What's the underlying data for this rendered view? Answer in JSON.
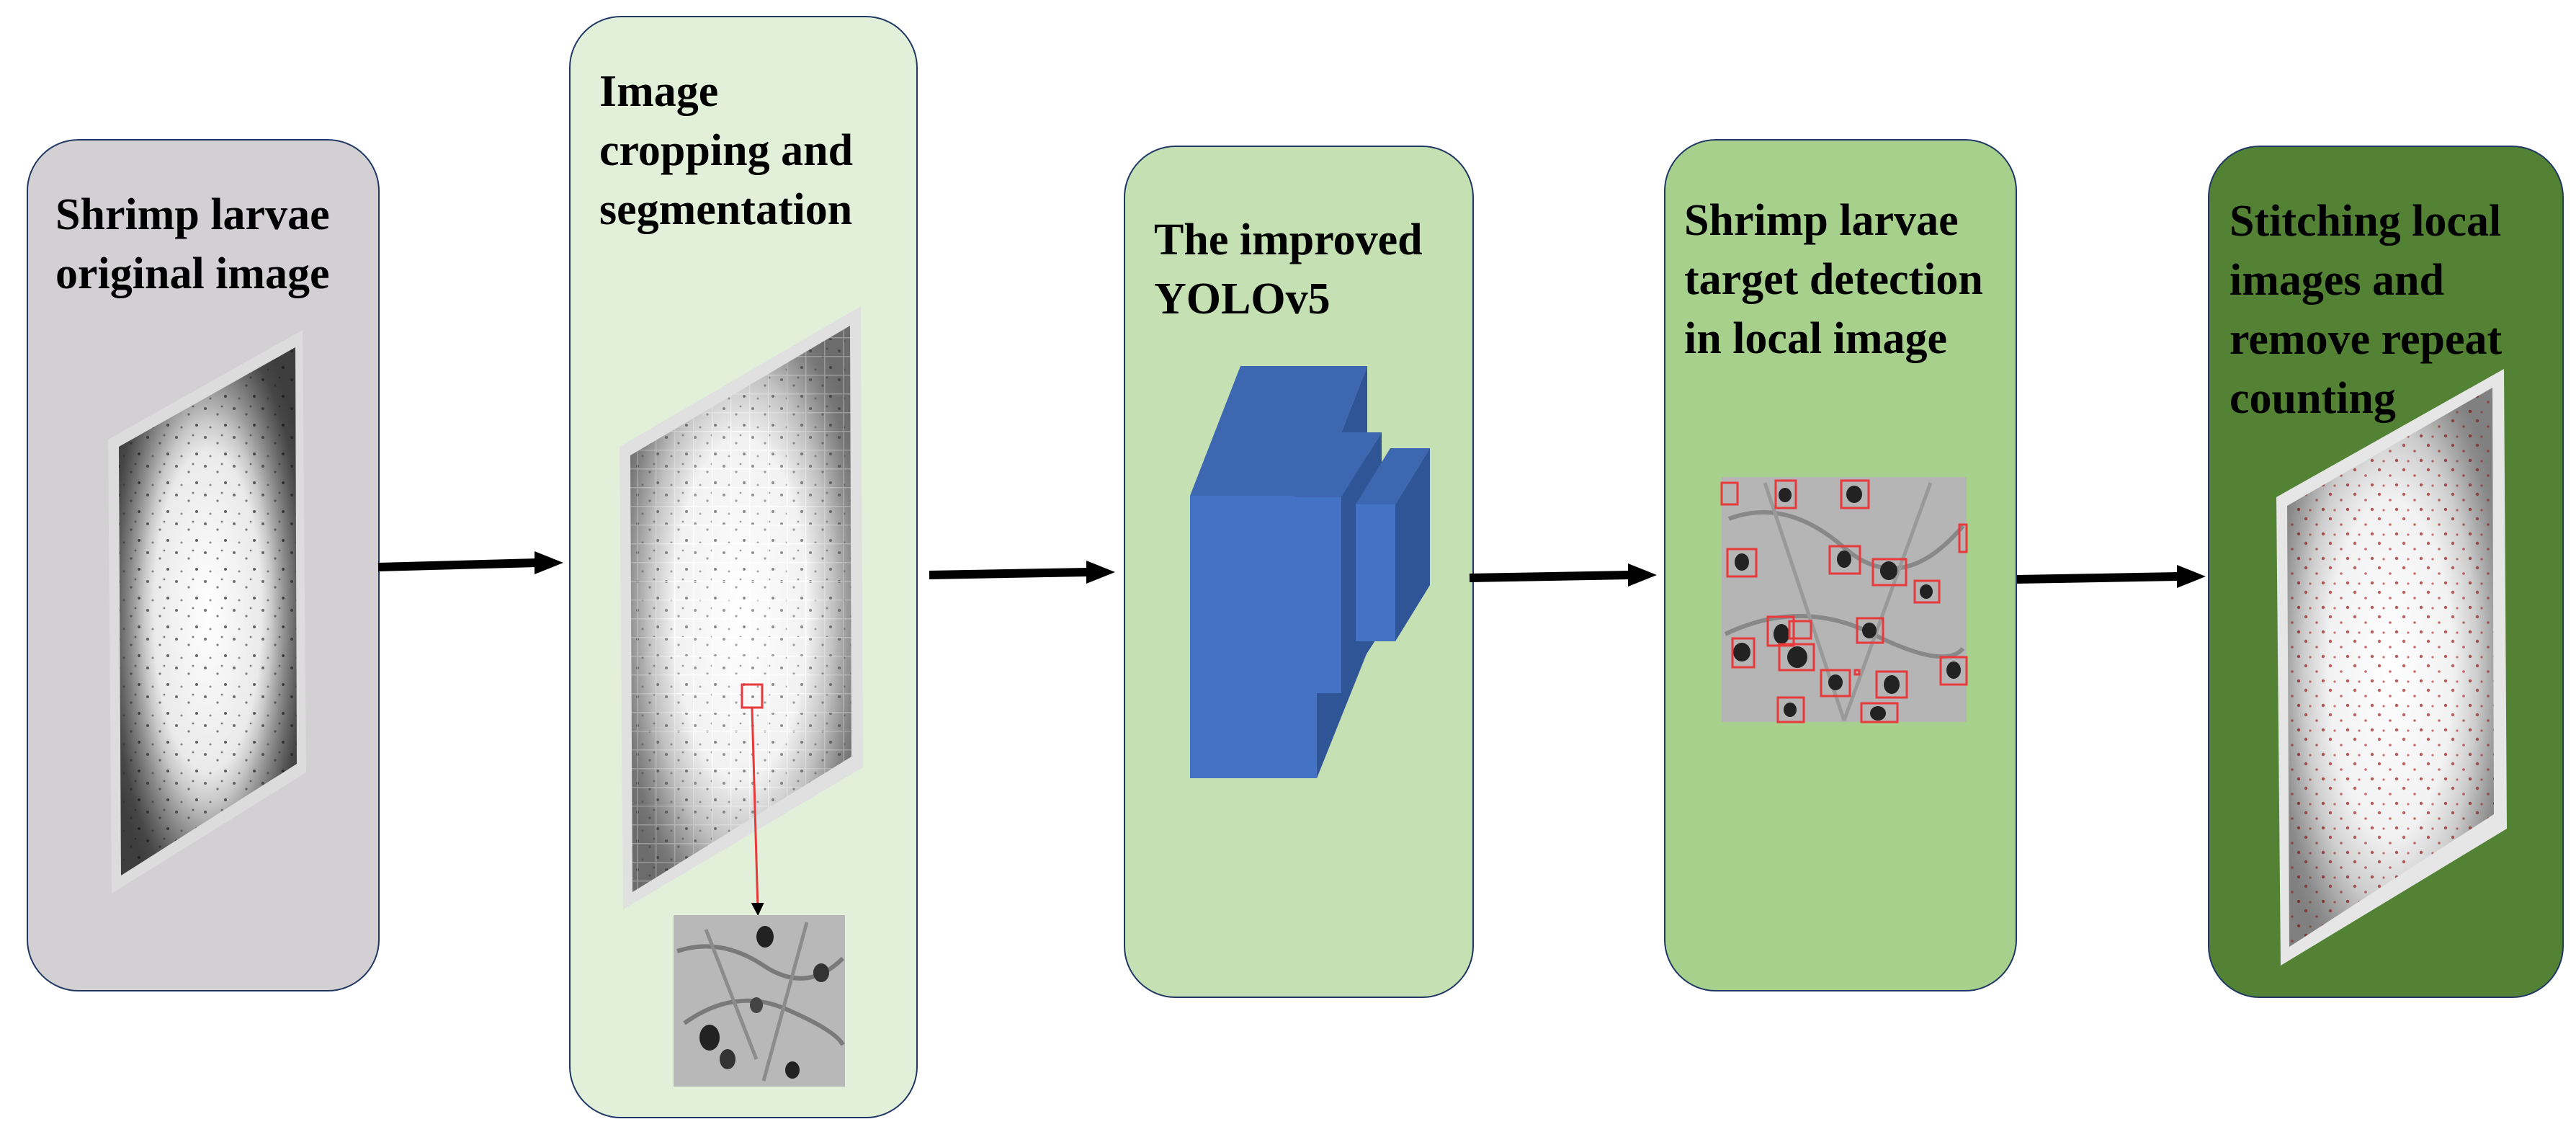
{
  "stages": [
    {
      "title": "Shrimp larvae\noriginal image"
    },
    {
      "title": "Image\ncropping and\nsegmentation"
    },
    {
      "title": "The improved\nYOLOv5"
    },
    {
      "title": "Shrimp larvae\ntarget detection\nin local image"
    },
    {
      "title": "Stitching local\nimages and\nremove repeat\ncounting"
    }
  ],
  "colors": {
    "stage1": "#d2d0d2",
    "stage2": "#e2efd9",
    "stage3": "#c5e0b3",
    "stage4": "#a8d08d",
    "stage5": "#548235",
    "border": "#1f3864",
    "arrow": "#000000",
    "detection_box": "#e8393b",
    "cube_front": "#4472c4",
    "cube_side": "#2f5597"
  }
}
